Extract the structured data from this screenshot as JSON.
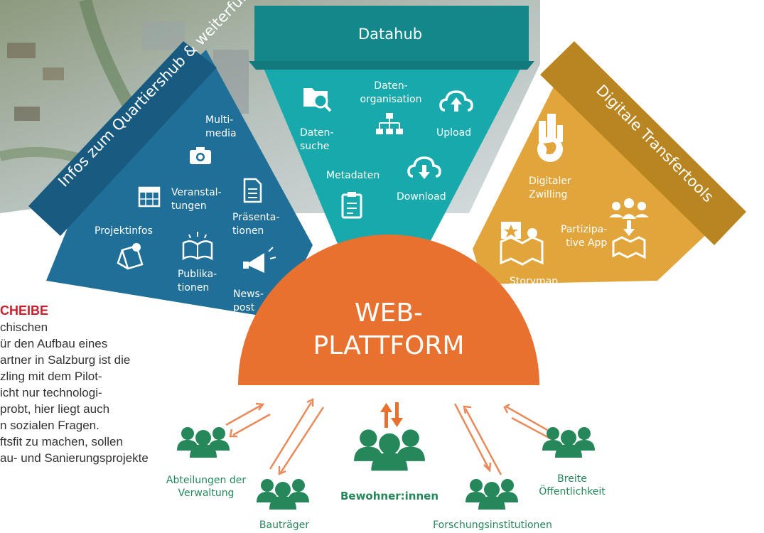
{
  "tabs": {
    "left": "Infos zum Quartiershub &\nweiterführende Materialien",
    "center": "Datahub",
    "right": "Digitale Transfertools"
  },
  "left_items": {
    "multimedia": "Multi-\nmedia",
    "veranstaltungen": "Veranstal-\ntungen",
    "praesentationen": "Präsenta-\ntionen",
    "projektinfos": "Projektinfos",
    "publikationen": "Publika-\ntionen",
    "newspost": "News-\npost"
  },
  "center_items": {
    "datensuche": "Daten-\nsuche",
    "datenorganisation": "Daten-\norganisation",
    "upload": "Upload",
    "metadaten": "Metadaten",
    "download": "Download"
  },
  "right_items": {
    "zwilling": "Digitaler\nZwilling",
    "partizipative": "Partizipa-\ntive App",
    "storymap": "Storymap"
  },
  "hub": {
    "title": "WEB-\nPLATTFORM"
  },
  "stakeholders": {
    "verwaltung": "Abteilungen der\nVerwaltung",
    "bautraeger": "Bauträger",
    "bewohner": "Bewohner:innen",
    "forschung": "Forschungsinstitutionen",
    "oeffentlichkeit": "Breite\nÖffentlichkeit"
  },
  "article": {
    "heading": "CHEIBE",
    "lines": [
      "chischen",
      "ür den Aufbau eines",
      "artner in Salzburg ist die",
      "zling mit dem Pilot-",
      "icht nur technologi-",
      "probt, hier liegt auch",
      "n sozialen Fragen.",
      "ftsfit zu machen, sollen",
      "au- und Sanierungsprojekte"
    ]
  },
  "colors": {
    "left_blue": "#1f6f98",
    "left_tab": "#185a80",
    "teal": "#17a9ab",
    "teal_tab": "#13878a",
    "gold": "#e2a53c",
    "gold_tab": "#b98520",
    "orange": "#e8712f",
    "green": "#25875a",
    "arrow": "#e98a5a",
    "heading_red": "#c8202c"
  }
}
